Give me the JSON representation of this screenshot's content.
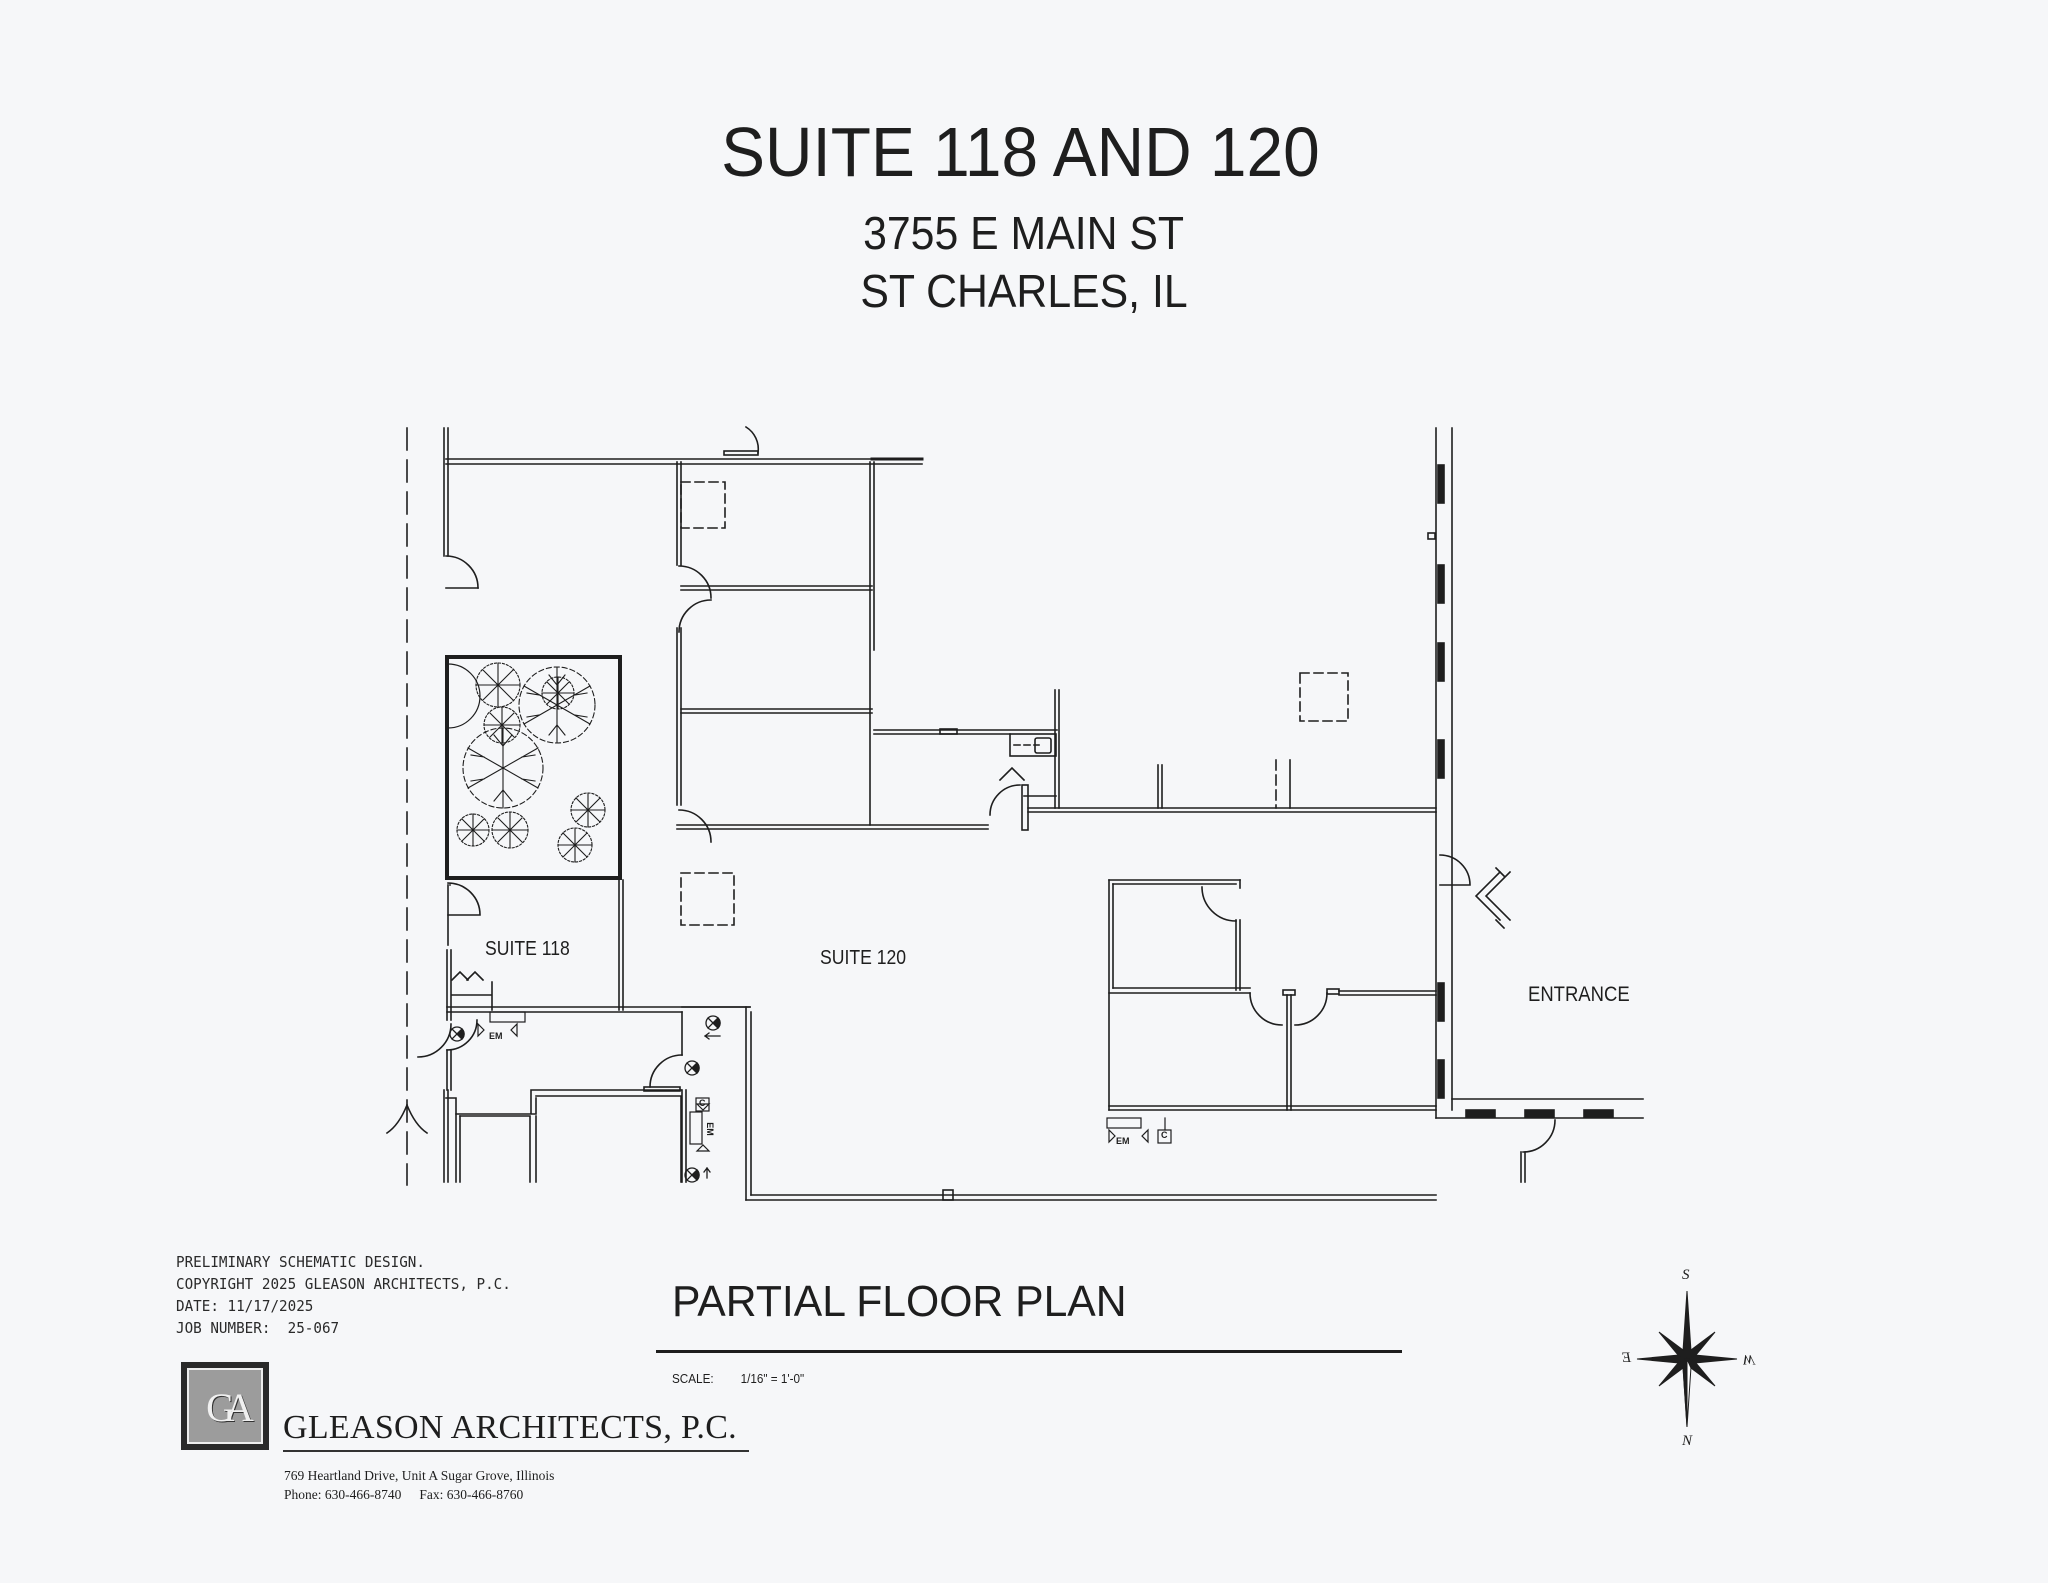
{
  "header": {
    "title": "SUITE 118 AND 120",
    "address_line1": "3755 E MAIN ST",
    "address_line2": "ST CHARLES, IL"
  },
  "plan": {
    "rooms": [
      {
        "label": "SUITE 118"
      },
      {
        "label": "SUITE 120"
      }
    ],
    "entrance_label": "ENTRANCE",
    "symbols": {
      "emergency_light": "EM",
      "camera": "C"
    }
  },
  "notes": {
    "lines": [
      "PRELIMINARY SCHEMATIC DESIGN.",
      "COPYRIGHT 2025 GLEASON ARCHITECTS, P.C.",
      "DATE: 11/17/2025",
      "JOB NUMBER:  25-067"
    ]
  },
  "title_block": {
    "drawing_title": "PARTIAL FLOOR PLAN",
    "scale_label": "SCALE:",
    "scale_value": "1/16\" = 1'-0\""
  },
  "firm": {
    "logo_initials": "GA",
    "name": "GLEASON ARCHITECTS, P.C.",
    "address": "769 Heartland Drive, Unit A  Sugar Grove, Illinois",
    "phone": "Phone: 630-466-8740",
    "fax": "Fax: 630-466-8760"
  },
  "compass": {
    "top": "S",
    "bottom": "N",
    "left": "E",
    "right": "W"
  },
  "colors": {
    "paper": "#f6f7f9",
    "ink": "#1e1e1e"
  }
}
